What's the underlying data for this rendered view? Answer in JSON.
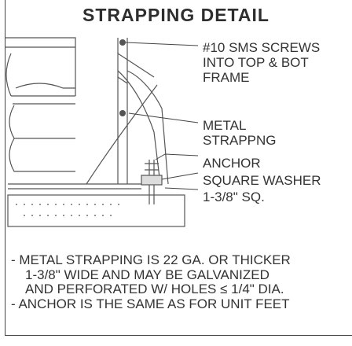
{
  "title": "STRAPPING DETAIL",
  "callouts": [
    "— #10 SMS SCREWS\nINTO TOP & BOT\nFRAME",
    "— METAL\nSTRAPPNG",
    "ANCHOR",
    "SQUARE WASHER",
    "1-3/8\" SQ."
  ],
  "c1": {
    "l1": "#10 SMS SCREWS",
    "l2": "INTO TOP & BOT",
    "l3": "FRAME"
  },
  "c2": {
    "l1": "METAL",
    "l2": "STRAPPNG"
  },
  "c3": {
    "l1": "ANCHOR"
  },
  "c4": {
    "l1": "SQUARE WASHER"
  },
  "c5": {
    "l1": "1-3/8\" SQ."
  },
  "notes": [
    {
      "line1": "- METAL STRAPPING IS 22 GA. OR THICKER",
      "line2": "1-3/8\" WIDE AND MAY BE GALVANIZED",
      "line3": "AND PERFORATED W/ HOLES ≤ 1/4\" DIA."
    },
    {
      "line1": "- ANCHOR IS THE SAME AS FOR UNIT FEET"
    }
  ]
}
